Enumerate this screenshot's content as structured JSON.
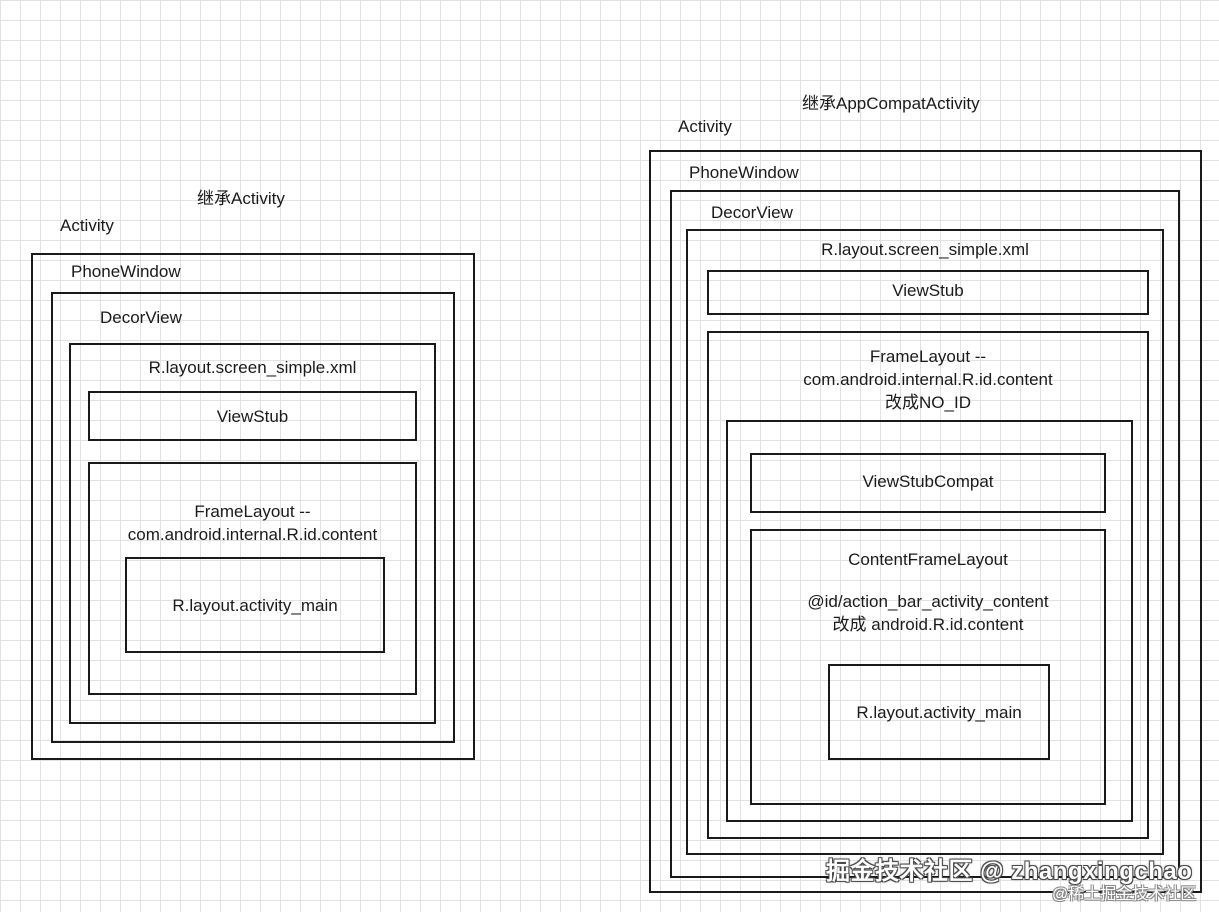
{
  "left": {
    "header": "继承Activity",
    "activity": "Activity",
    "phone_window": "PhoneWindow",
    "decor_view": "DecorView",
    "screen_simple": "R.layout.screen_simple.xml",
    "view_stub": "ViewStub",
    "frame_layout": {
      "line1": "FrameLayout --",
      "line2": "com.android.internal.R.id.content"
    },
    "activity_main": "R.layout.activity_main"
  },
  "right": {
    "header": "继承AppCompatActivity",
    "activity": "Activity",
    "phone_window": "PhoneWindow",
    "decor_view": "DecorView",
    "screen_simple": "R.layout.screen_simple.xml",
    "view_stub": "ViewStub",
    "frame_layout": {
      "line1": "FrameLayout --",
      "line2": "com.android.internal.R.id.content",
      "line3": "改成NO_ID"
    },
    "view_stub_compat": "ViewStubCompat",
    "content_frame_layout": {
      "title": "ContentFrameLayout",
      "line1": "@id/action_bar_activity_content",
      "line2": "改成 android.R.id.content"
    },
    "activity_main": "R.layout.activity_main"
  },
  "watermark": {
    "main": "掘金技术社区 @ zhangxingchao",
    "sub": "@稀土掘金技术社区"
  }
}
